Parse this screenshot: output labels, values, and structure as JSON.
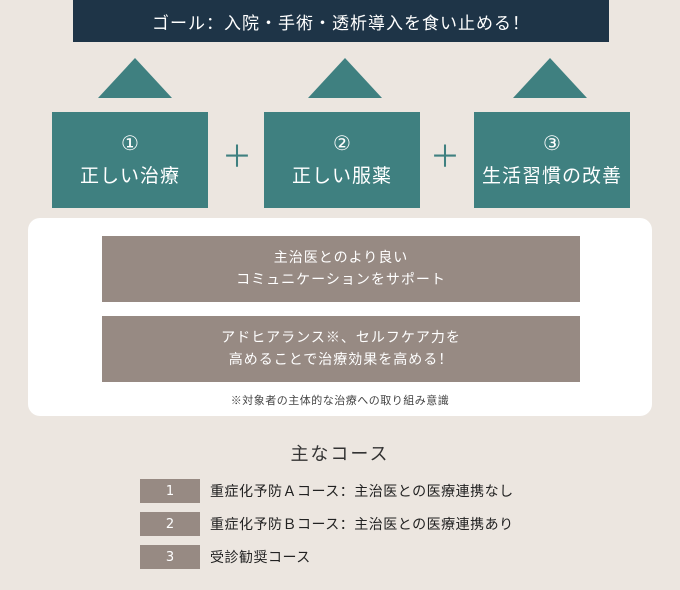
{
  "goal": "ゴール：入院・手術・透析導入を食い止める！",
  "pillars": [
    {
      "num": "①",
      "label": "正しい治療"
    },
    {
      "num": "②",
      "label": "正しい服薬"
    },
    {
      "num": "③",
      "label": "生活習慣の改善"
    }
  ],
  "plus": "＋",
  "support": [
    {
      "line1": "主治医とのより良い",
      "line2": "コミュニケーションをサポート"
    },
    {
      "line1": "アドヒアランス※、セルフケア力を",
      "line2": "高めることで治療効果を高める！"
    }
  ],
  "note": "※対象者の主体的な治療への取り組み意識",
  "courses_title": "主なコース",
  "courses": [
    {
      "num": "1",
      "label": "重症化予防Ａコース：主治医との医療連携なし"
    },
    {
      "num": "2",
      "label": "重症化予防Ｂコース：主治医との医療連携あり"
    },
    {
      "num": "3",
      "label": "受診勧奨コース"
    }
  ]
}
